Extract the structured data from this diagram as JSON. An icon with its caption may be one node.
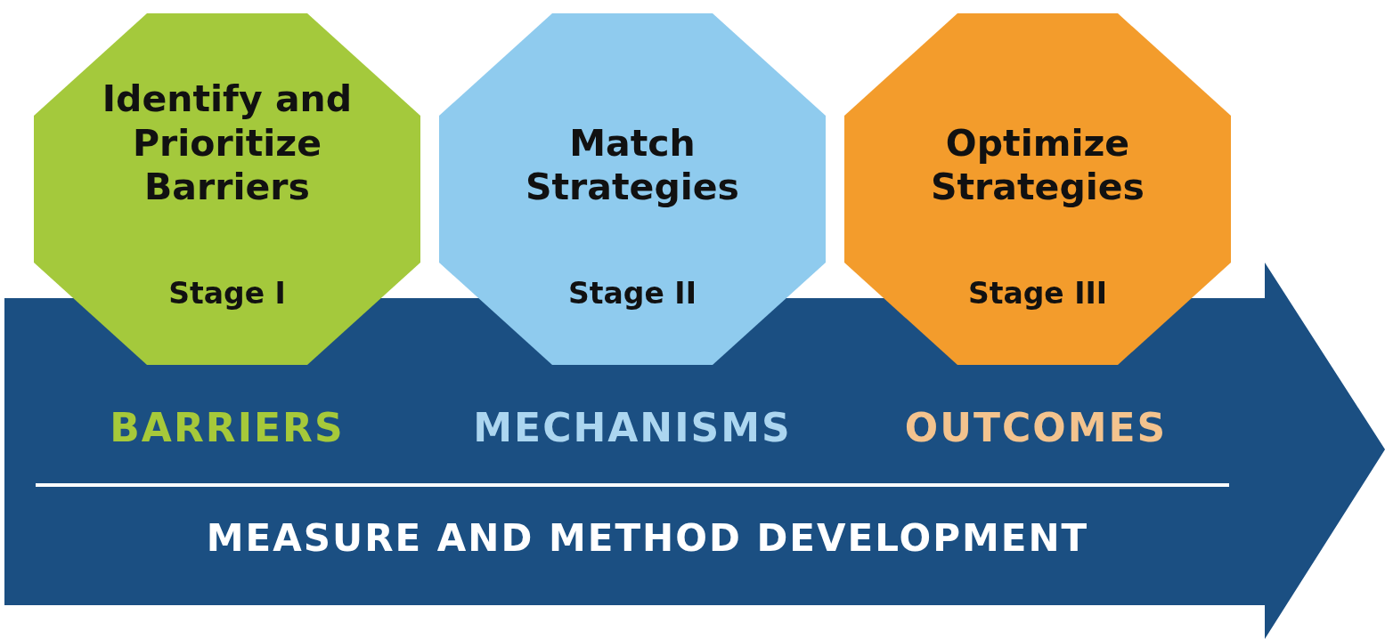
{
  "diagram": {
    "nodes": [
      {
        "text": [
          "BARRIERS",
          "MECHANISMS",
          "OUTCOMES",
          "MEASURE AND METHOD DEVELOPMENT"
        ]
      },
      {
        "text": [
          "Identify and Prioritize Barriers",
          "Stage I"
        ]
      },
      {
        "text": [
          "Match Strategies",
          "Stage II"
        ]
      },
      {
        "text": [
          "Optimize Strategies",
          "Stage III"
        ]
      }
    ],
    "edges": []
  }
}
